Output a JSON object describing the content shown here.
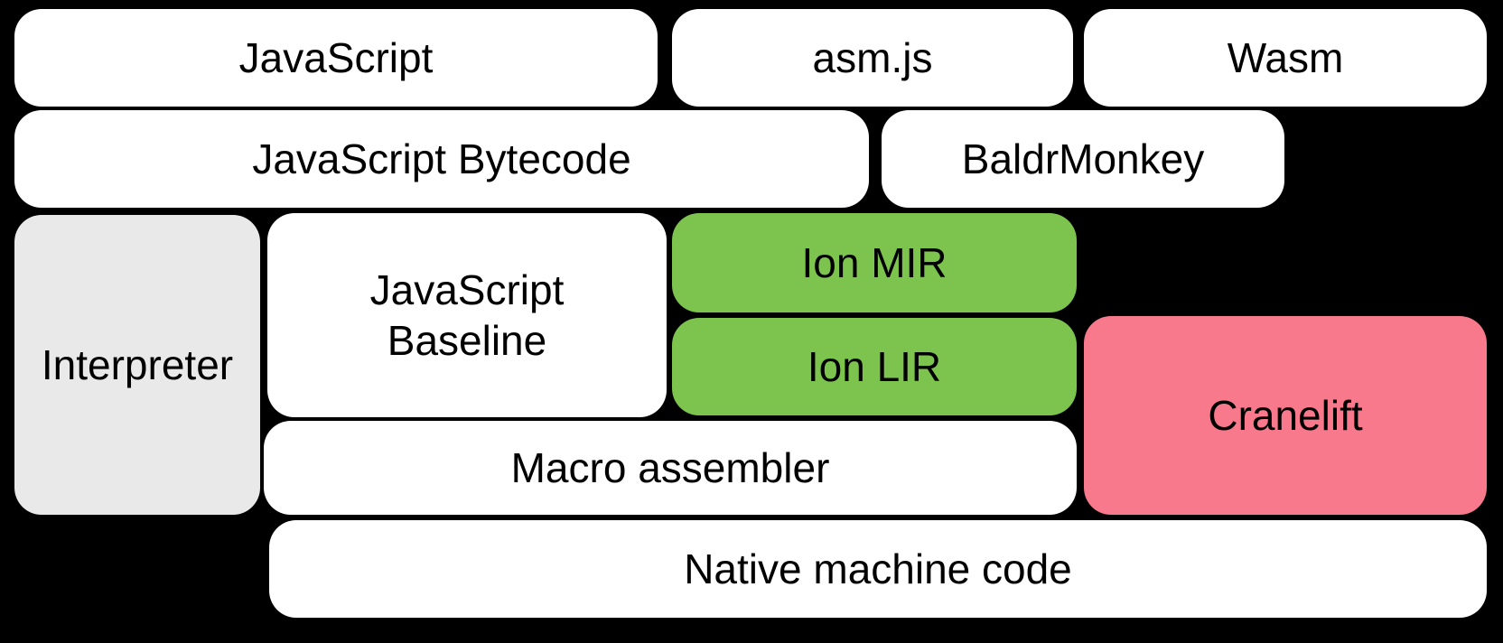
{
  "diagram": {
    "colors": {
      "background": "#000000",
      "text": "#000000",
      "default_block": "#ffffff",
      "interpreter_block": "#e9e9e9",
      "ion_block": "#7cc44d",
      "cranelift_block": "#f8798b"
    },
    "blocks": [
      {
        "id": "javascript",
        "label": "JavaScript"
      },
      {
        "id": "asmjs",
        "label": "asm.js"
      },
      {
        "id": "wasm",
        "label": "Wasm"
      },
      {
        "id": "javascript-bytecode",
        "label": "JavaScript Bytecode"
      },
      {
        "id": "baldrmonkey",
        "label": "BaldrMonkey"
      },
      {
        "id": "interpreter",
        "label": "Interpreter"
      },
      {
        "id": "javascript-baseline",
        "label": "JavaScript Baseline"
      },
      {
        "id": "ion-mir",
        "label": "Ion MIR"
      },
      {
        "id": "ion-lir",
        "label": "Ion LIR"
      },
      {
        "id": "cranelift",
        "label": "Cranelift"
      },
      {
        "id": "macro-assembler",
        "label": "Macro assembler"
      },
      {
        "id": "native-machine-code",
        "label": "Native machine code"
      }
    ]
  }
}
